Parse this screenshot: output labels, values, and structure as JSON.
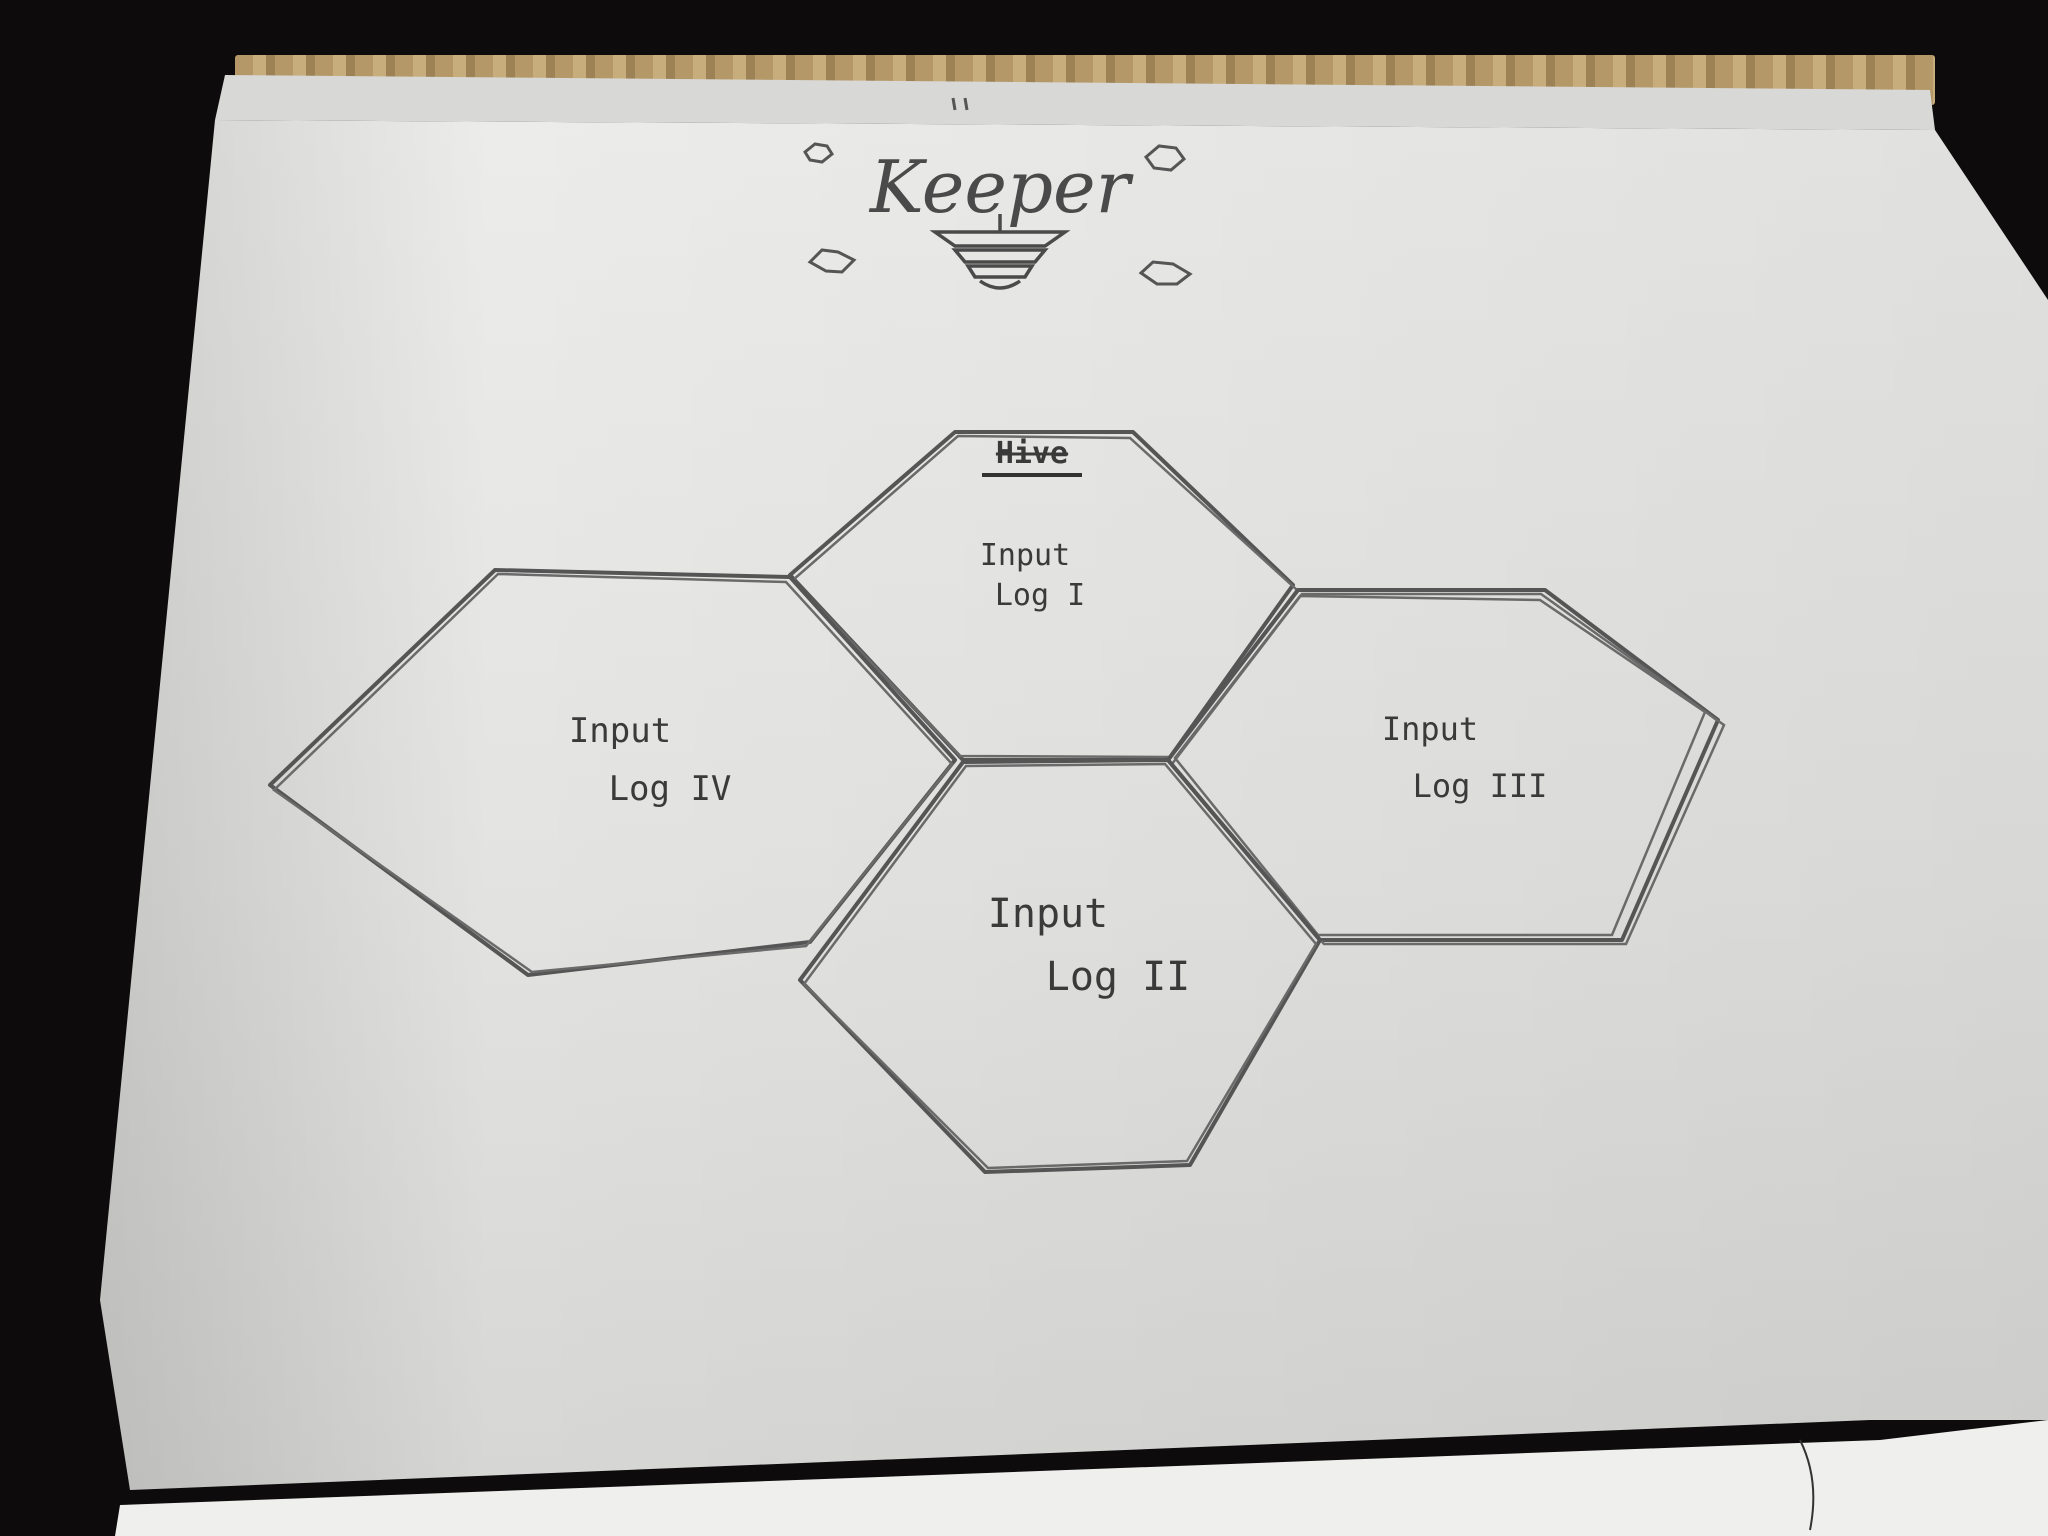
{
  "sketch": {
    "title": "Keeper",
    "hive_label": "Hive",
    "cells": [
      {
        "line1": "Input",
        "line2": "Log I"
      },
      {
        "line1": "Input",
        "line2": "Log II"
      },
      {
        "line1": "Input",
        "line2": "Log III"
      },
      {
        "line1": "Input",
        "line2": "Log IV"
      }
    ]
  },
  "colors": {
    "paper": "#e4e4e4",
    "pencil": "#4a4a4a",
    "background": "#0d0b0c"
  },
  "icons": [
    "beehive-icon",
    "hexagon-icon"
  ]
}
